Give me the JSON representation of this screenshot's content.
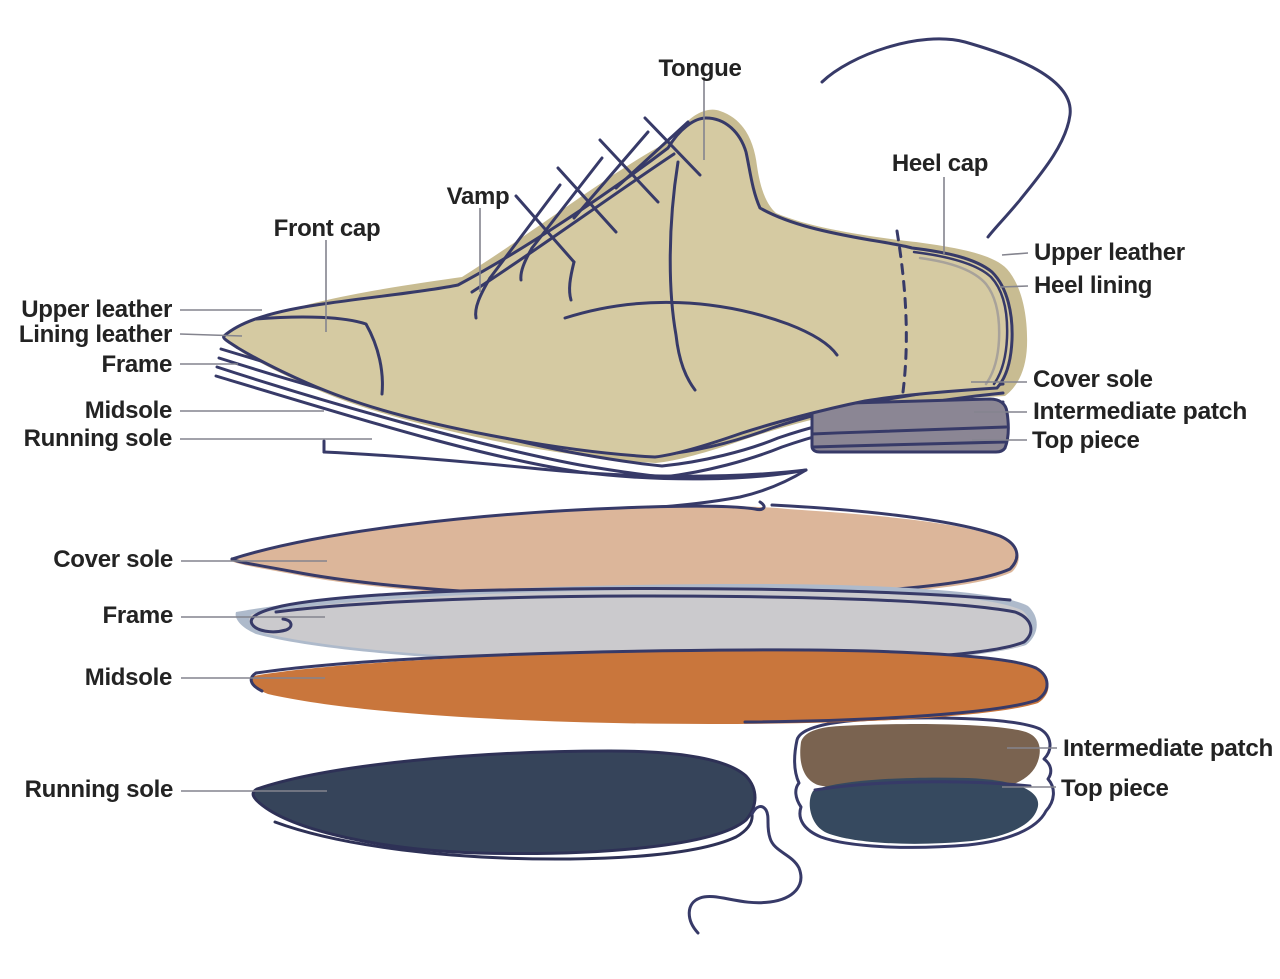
{
  "diagram": {
    "subject": "dress-shoe-anatomy",
    "labels": {
      "tongue": "Tongue",
      "vamp": "Vamp",
      "front_cap": "Front cap",
      "heel_cap": "Heel cap",
      "upper_leather": "Upper leather",
      "lining_leather": "Lining leather",
      "frame": "Frame",
      "midsole": "Midsole",
      "running_sole": "Running sole",
      "heel_lining": "Heel lining",
      "cover_sole": "Cover sole",
      "intermediate_patch": "Intermediate patch",
      "top_piece": "Top piece"
    },
    "colors": {
      "background": "#ffffff",
      "outline": "#373a68",
      "outline_dark": "#2e3156",
      "label_text": "#232323",
      "leader": "#84848e",
      "shoe_tan": "#d5caa2",
      "shoe_shadow": "#c8bc92",
      "heel_gray": "#8b8694",
      "heel_lining_line": "#a8a29a",
      "cover_sole": "#dcb69a",
      "frame_fill": "#cbcacd",
      "frame_shadow": "#aebacb",
      "midsole": "#c9763c",
      "running_sole": "#36445a",
      "intermediate_patch": "#7a6350",
      "top_piece": "#36495f"
    }
  }
}
